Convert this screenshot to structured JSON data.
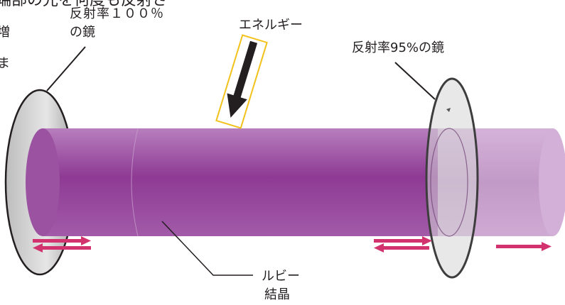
{
  "texts": {
    "top_cut": "端部の光を何度も反射さ",
    "side_cut_1": "増",
    "side_cut_2": "ま",
    "mirror_left_line1": "反射率１００％",
    "mirror_left_line2": "の鏡",
    "energy": "エネルギー",
    "mirror_right": "反射率95%の鏡",
    "ruby_line1": "ルビー",
    "ruby_line2": "結晶"
  },
  "colors": {
    "ruby": "#8e3a94",
    "ruby_light": "#b98ac0",
    "mirror_fill": "#c9c9ca",
    "mirror_edge": "#3a3a3a",
    "arrow_pink": "#d2336f",
    "energy_box": "#f2c21b",
    "energy_arrow": "#231f20"
  }
}
